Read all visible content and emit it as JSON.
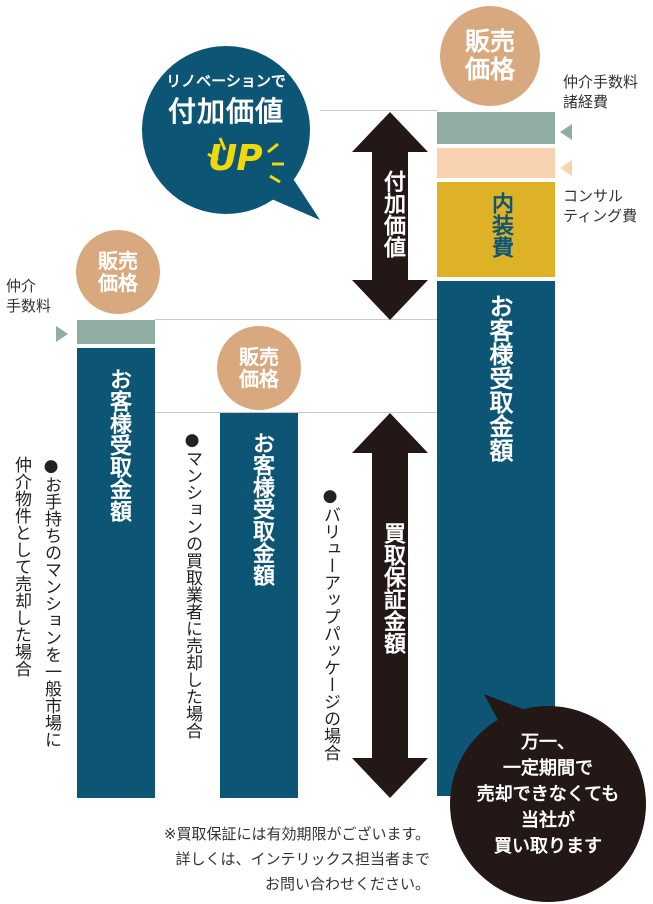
{
  "bubble": {
    "line1": "リノベーションで",
    "line2": "付加価値",
    "line3": "UP"
  },
  "labels": {
    "sale_price": "販売\n価格",
    "customer_amount": "お客様受取金額",
    "brokerage_fee": "仲介\n手数料",
    "brokerage_misc": "仲介手数料\n諸経費",
    "consulting": "コンサル\nティング費",
    "interior": "内装費",
    "added_value": "付加価値",
    "buyback_guarantee": "買取保証金額"
  },
  "scenarios": {
    "general_market": "●お手持ちのマンションを一般市場に\n仲介物件として売却した場合",
    "buyer_company": "●マンションの買取業者に売却した場合",
    "value_up": "●バリューアップパッケージの場合"
  },
  "guarantee_bubble": "万一、\n一定期間で\n売却できなくても\n当社が\n買い取ります",
  "note": "※買取保証には有効期限がございます。\n詳しくは、インテリックス担当者まで\nお問い合わせください。",
  "colors": {
    "teal": "#0d5575",
    "tan": "#d8a97f",
    "sage": "#8fada3",
    "peach": "#f9d3b0",
    "gold": "#deb226",
    "dark": "#231815",
    "up_yellow": "#f1d80a"
  }
}
